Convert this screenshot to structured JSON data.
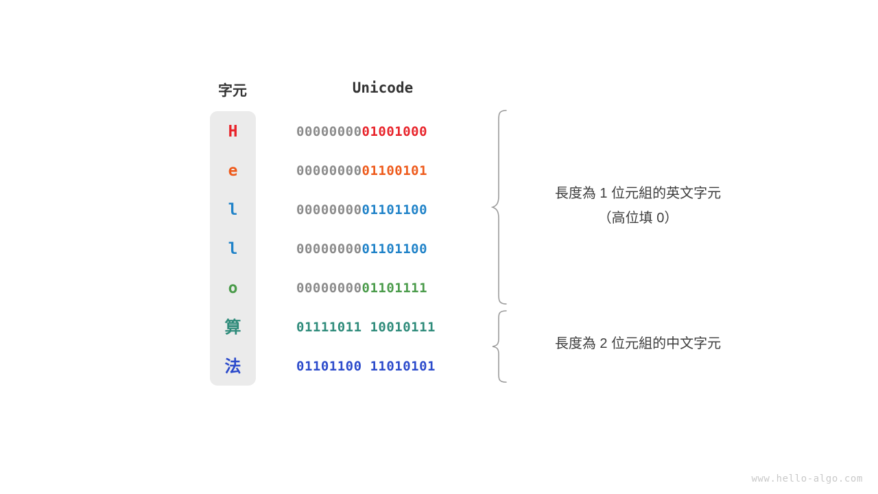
{
  "headers": {
    "character": "字元",
    "unicode": "Unicode"
  },
  "rows": [
    {
      "char": "H",
      "char_kind": "latin",
      "color": "#e8232a",
      "padding_bits": "00000000",
      "significant_bits": "01001000",
      "group": 1
    },
    {
      "char": "e",
      "char_kind": "latin",
      "color": "#ee5a1b",
      "padding_bits": "00000000",
      "significant_bits": "01100101",
      "group": 1
    },
    {
      "char": "l",
      "char_kind": "latin",
      "color": "#1f82c8",
      "padding_bits": "00000000",
      "significant_bits": "01101100",
      "group": 1
    },
    {
      "char": "l",
      "char_kind": "latin",
      "color": "#1f82c8",
      "padding_bits": "00000000",
      "significant_bits": "01101100",
      "group": 1
    },
    {
      "char": "o",
      "char_kind": "latin",
      "color": "#4a9b4a",
      "padding_bits": "00000000",
      "significant_bits": "01101111",
      "group": 1
    },
    {
      "char": "算",
      "char_kind": "cjk",
      "color": "#2e8b7a",
      "padding_bits": "",
      "significant_bits": "01111011 10010111",
      "group": 2
    },
    {
      "char": "法",
      "char_kind": "cjk",
      "color": "#2b4acb",
      "padding_bits": "",
      "significant_bits": "01101100 11010101",
      "group": 2
    }
  ],
  "annotations": {
    "group1_main": "長度為 1 位元組的英文字元",
    "group1_sub": "（高位填 0）",
    "group2_main": "長度為 2 位元組的中文字元"
  },
  "watermark": "www.hello-algo.com",
  "palette": {
    "column_background": "#ebebeb",
    "padding_bits": "#8a8a8a",
    "header_text": "#333333",
    "annotation_text": "#3d3d3d",
    "brace_stroke": "#9a9a9a",
    "watermark_text": "#c9c9c9",
    "page_background": "#ffffff"
  }
}
